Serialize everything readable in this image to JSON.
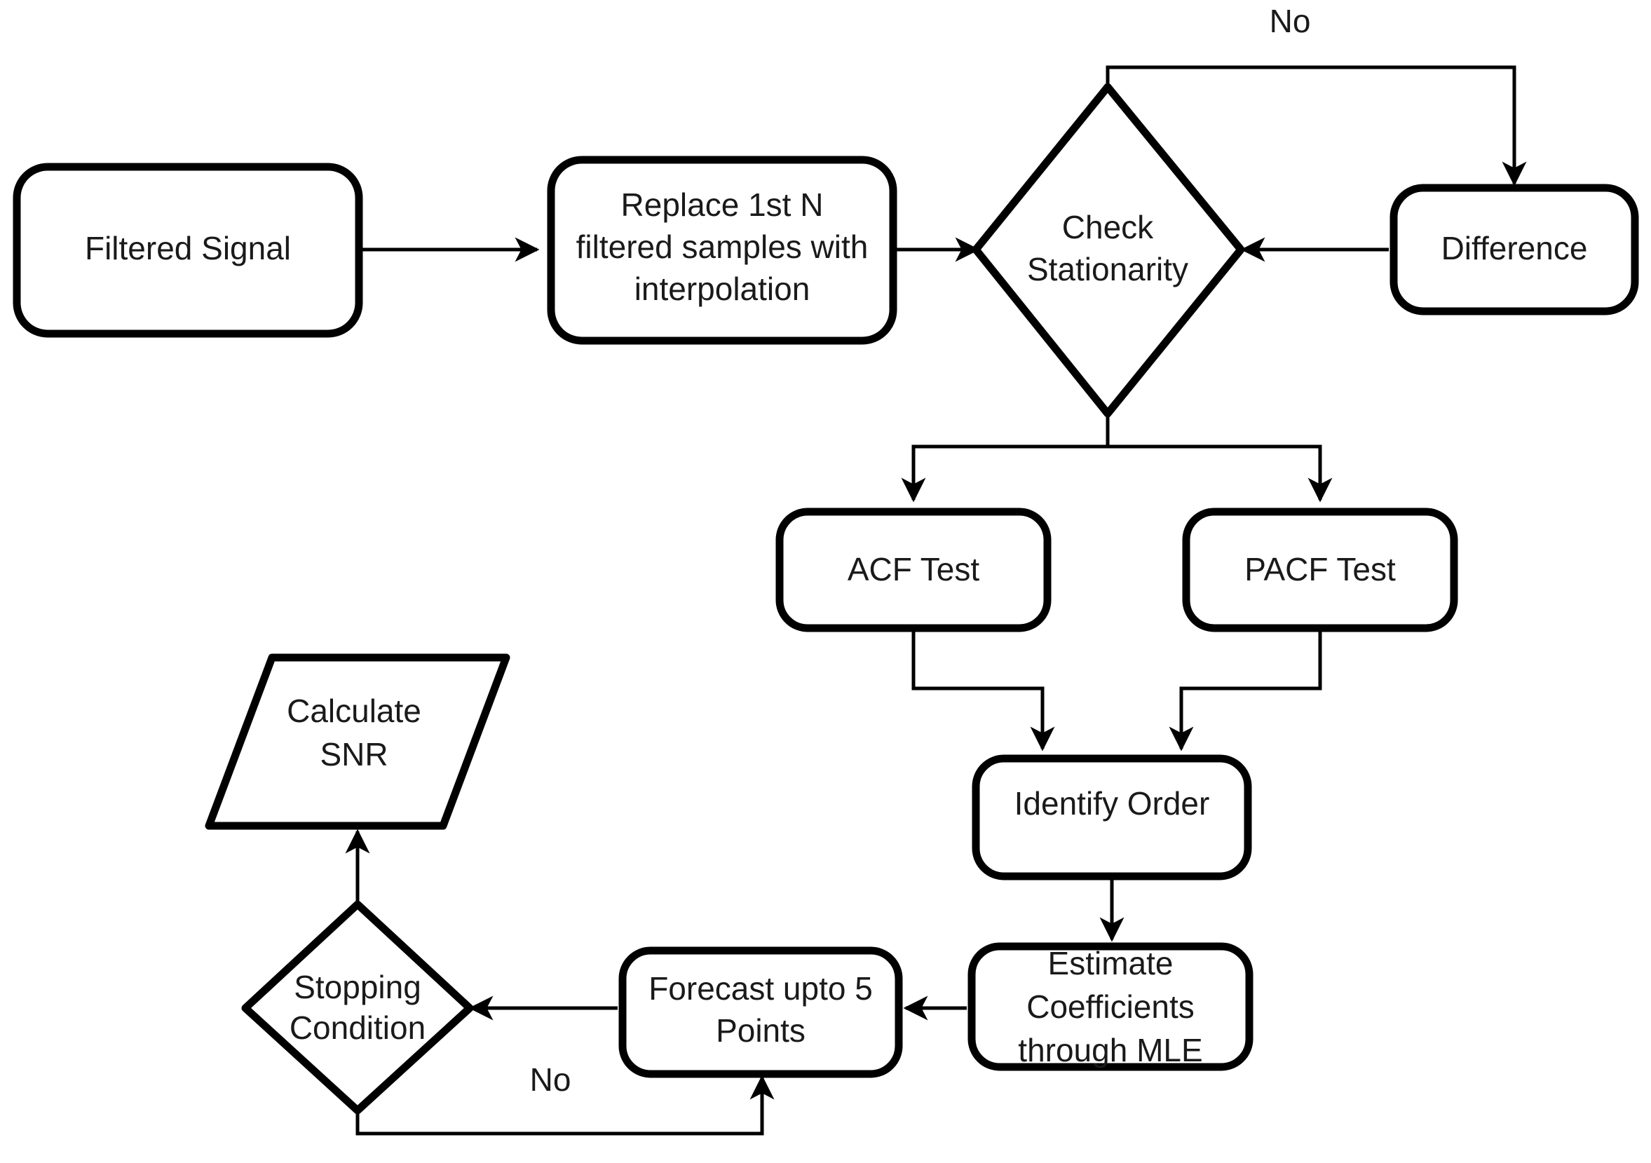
{
  "diagram": {
    "title": "ARIMA forecasting flowchart",
    "background": "#ffffff",
    "stroke_color": "#000000",
    "text_color": "#1a1a1a",
    "nodes": {
      "filtered_signal": {
        "label": "Filtered Signal",
        "shape": "rounded-rect"
      },
      "replace_samples": {
        "label": "Replace 1st N filtered samples with interpolation",
        "line1": "Replace 1st N",
        "line2": "filtered samples with",
        "line3": "interpolation",
        "shape": "rounded-rect"
      },
      "check_stationarity": {
        "label": "Check Stationarity",
        "line1": "Check",
        "line2": "Stationarity",
        "shape": "diamond"
      },
      "difference": {
        "label": "Difference",
        "shape": "rounded-rect"
      },
      "acf_test": {
        "label": "ACF Test",
        "shape": "rounded-rect"
      },
      "pacf_test": {
        "label": "PACF Test",
        "shape": "rounded-rect"
      },
      "identify_order": {
        "label": "Identify Order",
        "shape": "rounded-rect"
      },
      "estimate_coefficients": {
        "label": "Estimate Coefficients through MLE",
        "line1": "Estimate",
        "line2": "Coefficients",
        "line3": "through MLE",
        "shape": "rounded-rect"
      },
      "forecast_points": {
        "label": "Forecast upto 5 Points",
        "line1": "Forecast upto 5",
        "line2": "Points",
        "shape": "rounded-rect"
      },
      "stopping_condition": {
        "label": "Stopping Condition",
        "line1": "Stopping",
        "line2": "Condition",
        "shape": "diamond"
      },
      "calculate_snr": {
        "label": "Calculate SNR",
        "line1": "Calculate",
        "line2": "SNR",
        "shape": "parallelogram"
      }
    },
    "edge_labels": {
      "stationarity_no": "No",
      "stopping_no": "No"
    },
    "edges": [
      {
        "from": "filtered_signal",
        "to": "replace_samples",
        "label": ""
      },
      {
        "from": "replace_samples",
        "to": "check_stationarity",
        "label": ""
      },
      {
        "from": "check_stationarity",
        "to": "difference",
        "label": "No"
      },
      {
        "from": "difference",
        "to": "check_stationarity",
        "label": ""
      },
      {
        "from": "check_stationarity",
        "to": "acf_test",
        "label": ""
      },
      {
        "from": "check_stationarity",
        "to": "pacf_test",
        "label": ""
      },
      {
        "from": "acf_test",
        "to": "identify_order",
        "label": ""
      },
      {
        "from": "pacf_test",
        "to": "identify_order",
        "label": ""
      },
      {
        "from": "identify_order",
        "to": "estimate_coefficients",
        "label": ""
      },
      {
        "from": "estimate_coefficients",
        "to": "forecast_points",
        "label": ""
      },
      {
        "from": "forecast_points",
        "to": "stopping_condition",
        "label": ""
      },
      {
        "from": "stopping_condition",
        "to": "forecast_points",
        "label": "No"
      },
      {
        "from": "stopping_condition",
        "to": "calculate_snr",
        "label": ""
      }
    ]
  }
}
